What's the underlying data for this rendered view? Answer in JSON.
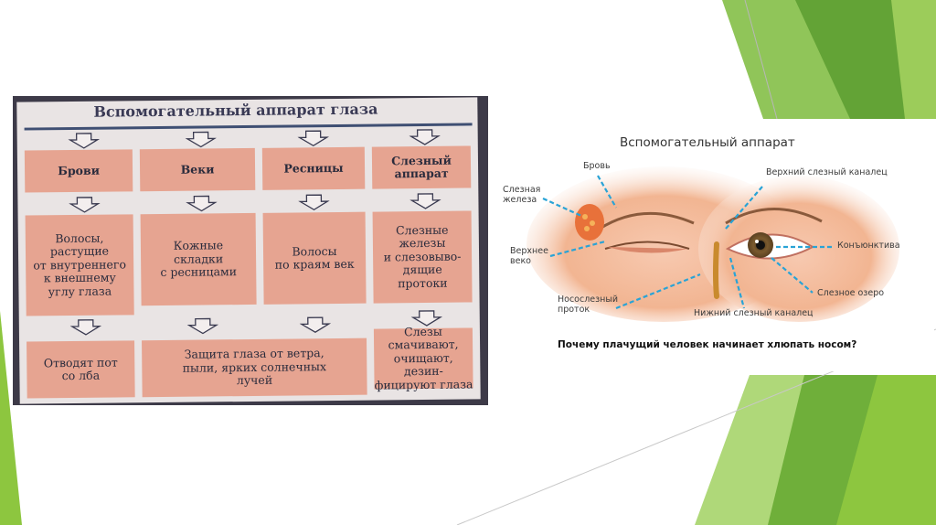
{
  "table": {
    "title": "Вспомогательный аппарат глаза",
    "columns": [
      {
        "head": "Брови",
        "desc": "Волосы,\nрастущие\nот внутреннего\nк внешнему\nуглу глаза",
        "result": "Отводят пот\nсо лба"
      },
      {
        "head": "Веки",
        "desc": "Кожные\nскладки\nс ресницами",
        "result": "Защита глаза от ветра,\nпыли, ярких солнечных\nлучей"
      },
      {
        "head": "Ресницы",
        "desc": "Волосы\nпо краям век",
        "result": ""
      },
      {
        "head": "Слезный\nаппарат",
        "desc": "Слезные\nжелезы\nи слезовыво-\nдящие\nпротоки",
        "result": "Слезы смачивают,\nочищают, дезин-\nфицируют глаза"
      }
    ]
  },
  "diagram": {
    "title": "Вспомогательный аппарат",
    "labels": {
      "tear_gland": "Слезная\nжелеза",
      "brow": "Бровь",
      "upper_lid": "Верхнее\nвеко",
      "nasolacrimal_duct": "Носослезный\nпроток",
      "upper_canal": "Верхний слезный каналец",
      "conjunctiva": "Конъюнктива",
      "tear_lake": "Слезное озеро",
      "lower_canal": "Нижний слезный каналец"
    },
    "question": "Почему плачущий человек начинает хлюпать носом?"
  },
  "colors": {
    "accent_green": "#8dc63f",
    "dark_green": "#5e9e32",
    "cell_fill": "#e6a491",
    "label_line": "#29a3d6"
  }
}
